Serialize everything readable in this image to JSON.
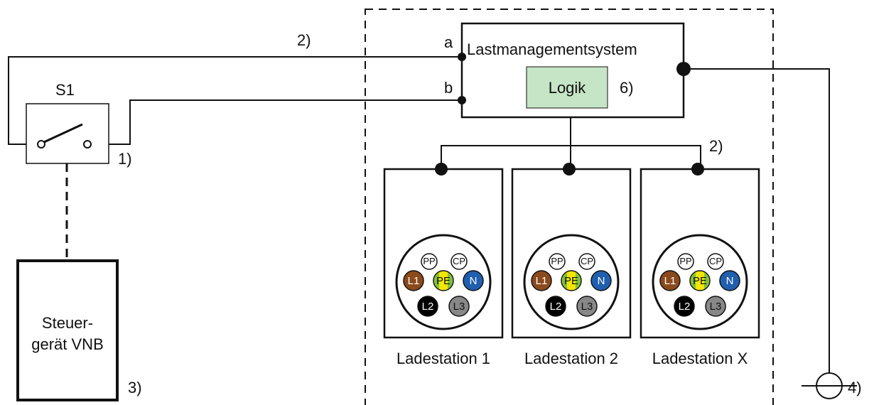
{
  "switch": {
    "label": "S1",
    "note": "1)"
  },
  "controller": {
    "line1": "Steuer-",
    "line2": "gerät VNB",
    "note": "3)"
  },
  "lms": {
    "title": "Lastmanagementsystem",
    "logic": "Logik",
    "logic_note": "6)",
    "terminal_a": "a",
    "terminal_b": "b",
    "line_note": "2)",
    "bus_note": "2)"
  },
  "meter": {
    "note": "4)"
  },
  "stations": [
    {
      "label": "Ladestation 1"
    },
    {
      "label": "Ladestation 2"
    },
    {
      "label": "Ladestation X"
    }
  ],
  "pins": {
    "pp": "PP",
    "cp": "CP",
    "l1": "L1",
    "pe": "PE",
    "n": "N",
    "l2": "L2",
    "l3": "L3"
  },
  "colors": {
    "logic_fill": "#c6e5c6",
    "l1": "#8b4a1c",
    "pe_green": "#7cc242",
    "pe_yellow": "#f4e600",
    "n": "#1f5fae",
    "l2": "#000000",
    "l3": "#888888"
  }
}
